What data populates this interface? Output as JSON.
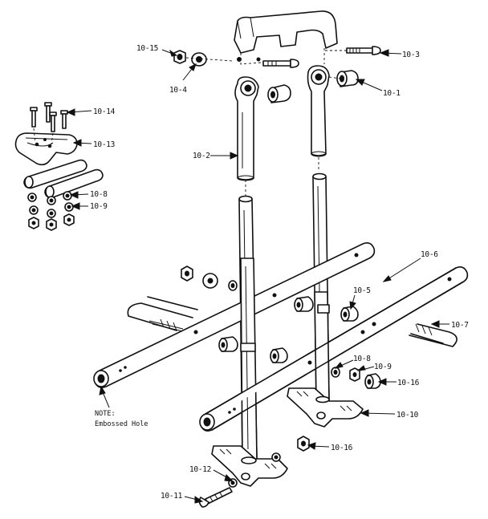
{
  "labels": {
    "p10_15": "10-15",
    "p10_4": "10-4",
    "p10_3": "10-3",
    "p10_1": "10-1",
    "p10_2": "10-2",
    "p10_14": "10-14",
    "p10_13": "10-13",
    "p10_8a": "10-8",
    "p10_9a": "10-9",
    "p10_6": "10-6",
    "p10_5": "10-5",
    "p10_7": "10-7",
    "p10_8b": "10-8",
    "p10_9b": "10-9",
    "p10_16a": "10-16",
    "p10_10": "10-10",
    "p10_16b": "10-16",
    "p10_12": "10-12",
    "p10_11": "10-11"
  },
  "note": {
    "line1": "NOTE:",
    "line2": "Embossed Hole"
  }
}
